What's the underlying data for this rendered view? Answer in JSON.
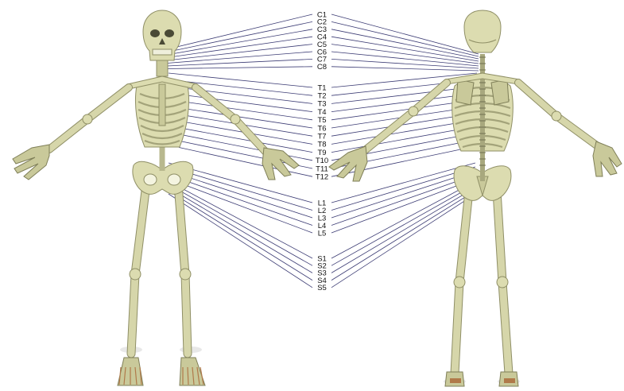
{
  "segments": [
    {
      "label": "C1"
    },
    {
      "label": "C2"
    },
    {
      "label": "C3"
    },
    {
      "label": "C4"
    },
    {
      "label": "C5"
    },
    {
      "label": "C6"
    },
    {
      "label": "C7"
    },
    {
      "label": "C8"
    },
    {
      "label": "T1"
    },
    {
      "label": "T2"
    },
    {
      "label": "T3"
    },
    {
      "label": "T4"
    },
    {
      "label": "T5"
    },
    {
      "label": "T6"
    },
    {
      "label": "T7"
    },
    {
      "label": "T8"
    },
    {
      "label": "T9"
    },
    {
      "label": "T10"
    },
    {
      "label": "T11"
    },
    {
      "label": "T12"
    },
    {
      "label": "L1"
    },
    {
      "label": "L2"
    },
    {
      "label": "L3"
    },
    {
      "label": "L4"
    },
    {
      "label": "L5"
    },
    {
      "label": "S1"
    },
    {
      "label": "S2"
    },
    {
      "label": "S3"
    },
    {
      "label": "S4"
    },
    {
      "label": "S5"
    }
  ],
  "figures": {
    "front_view": "anterior-skeleton",
    "back_view": "posterior-skeleton"
  },
  "colors": {
    "bone": "#dcdcb0",
    "bone_outline": "#8f8f66",
    "leader_line": "#3c3c74",
    "label_text": "#111111"
  }
}
